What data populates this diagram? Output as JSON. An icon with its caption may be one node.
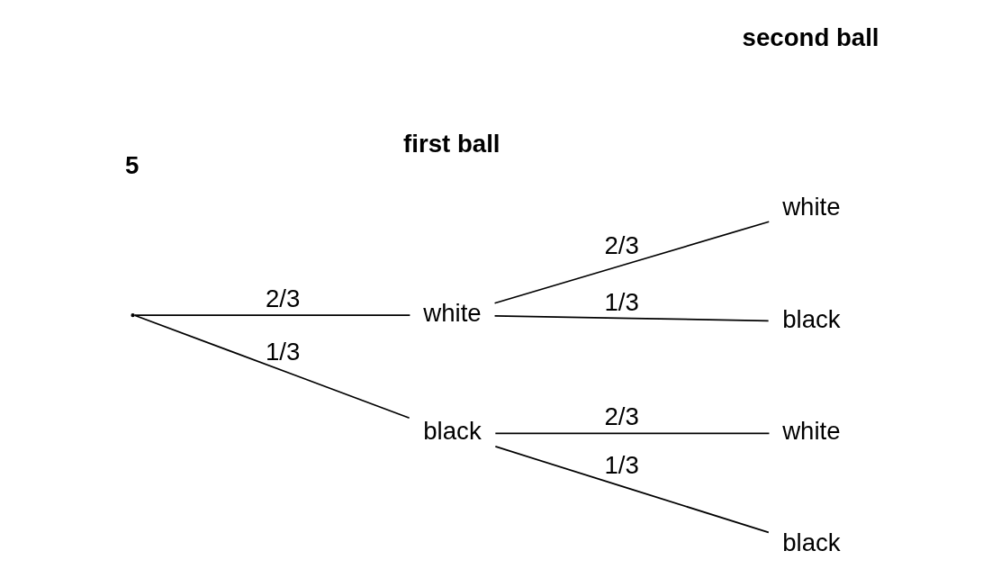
{
  "diagram": {
    "nodes": [
      {
        "text": [],
        "shape": "point"
      },
      {
        "text": [
          "white"
        ]
      },
      {
        "text": [
          "black"
        ]
      },
      {
        "text": [
          "white"
        ]
      },
      {
        "text": [
          "black"
        ]
      },
      {
        "text": [
          "white"
        ]
      },
      {
        "text": [
          "black"
        ]
      }
    ],
    "edges": [
      {
        "from": 0,
        "to": 1,
        "arrow": "none",
        "label": "2/3"
      },
      {
        "from": 0,
        "to": 2,
        "arrow": "none",
        "label": "1/3"
      },
      {
        "from": 1,
        "to": 3,
        "arrow": "none",
        "label": "2/3"
      },
      {
        "from": 1,
        "to": 4,
        "arrow": "none",
        "label": "1/3"
      },
      {
        "from": 2,
        "to": 5,
        "arrow": "none",
        "label": "2/3"
      },
      {
        "from": 2,
        "to": 6,
        "arrow": "none",
        "label": "1/3"
      }
    ],
    "labels": [
      "5",
      "first ball",
      "second ball"
    ]
  }
}
